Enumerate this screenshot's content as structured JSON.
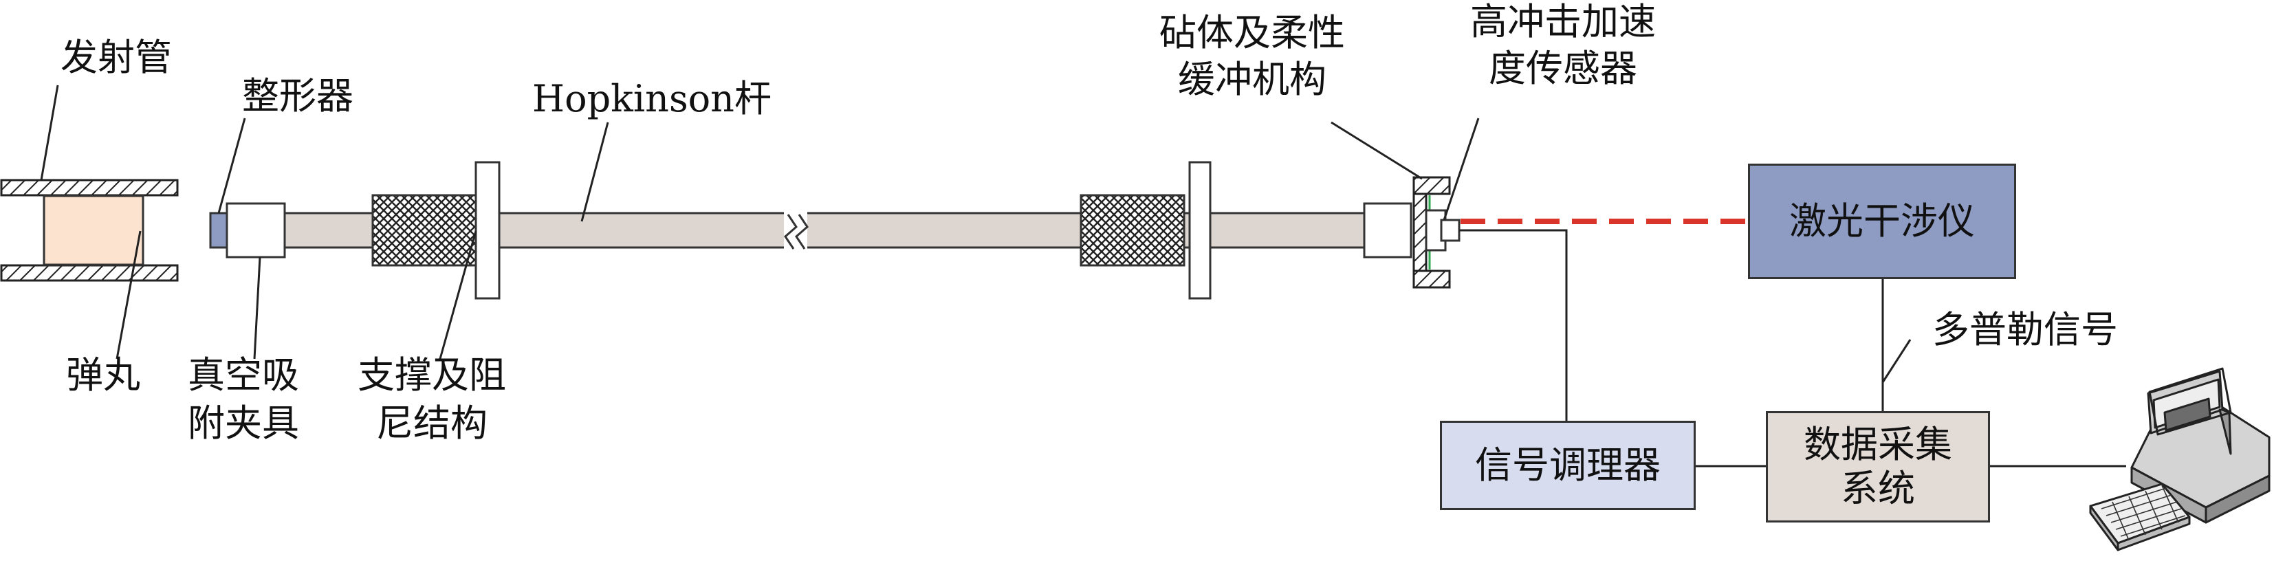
{
  "labels": {
    "launch_tube": "发射管",
    "shaper": "整形器",
    "hopkinson_bar": "Hopkinson杆",
    "anvil_line1": "砧体及柔性",
    "anvil_line2": "缓冲机构",
    "accel_line1": "高冲击加速",
    "accel_line2": "度传感器",
    "projectile": "弹丸",
    "vacuum_line1": "真空吸",
    "vacuum_line2": "附夹具",
    "support_line1": "支撑及阻",
    "support_line2": "尼结构",
    "doppler_signal": "多普勒信号"
  },
  "boxes": {
    "laser_interferometer": "激光干涉仪",
    "signal_conditioner": "信号调理器",
    "daq_line1": "数据采集",
    "daq_line2": "系统"
  },
  "colors": {
    "bar_fill": "#ddd5d0",
    "laser_beam": "#d9352b",
    "interferometer_fill": "#8e9cc4",
    "conditioner_fill": "#d8dcef",
    "daq_fill": "#e3dbd6",
    "projectile_fill": "#fbe3cf",
    "sensor_line": "#2fa84f"
  }
}
